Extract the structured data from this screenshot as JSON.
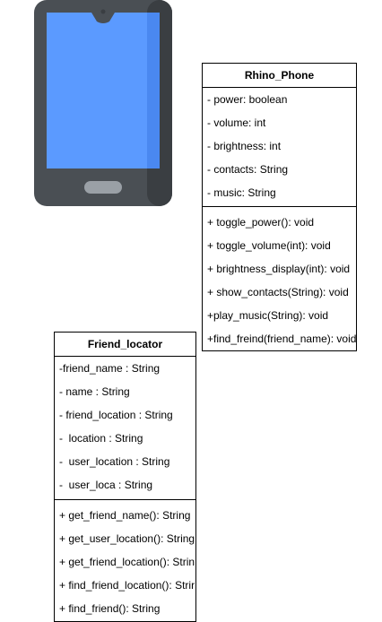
{
  "phone_icon": {
    "name": "smartphone-icon",
    "body_color": "#4a4f54",
    "body_shadow": "#3a3e42",
    "screen_color": "#5b9aff",
    "screen_edge": "#4a88f0",
    "button_color": "#9aa0a6"
  },
  "rhino_phone": {
    "title": "Rhino_Phone",
    "attributes": [
      "- power: boolean",
      "- volume: int",
      "- brightness: int",
      "- contacts: String",
      "- music: String"
    ],
    "operations": [
      "+ toggle_power(): void",
      "+ toggle_volume(int): void",
      "+ brightness_display(int): void",
      "+ show_contacts(String): void",
      "+play_music(String): void",
      "+find_freind(friend_name): void"
    ]
  },
  "friend_locator": {
    "title": "Friend_locator",
    "attributes": [
      "-friend_name : String",
      "- name : String",
      "- friend_location : String",
      "-  location : String",
      "-  user_location : String",
      "-  user_loca : String"
    ],
    "operations": [
      "+ get_friend_name(): String",
      "+ get_user_location(): String",
      "+ get_friend_location(): Strin",
      "+ find_friend_location(): Strir",
      "+ find_friend(): String"
    ]
  }
}
